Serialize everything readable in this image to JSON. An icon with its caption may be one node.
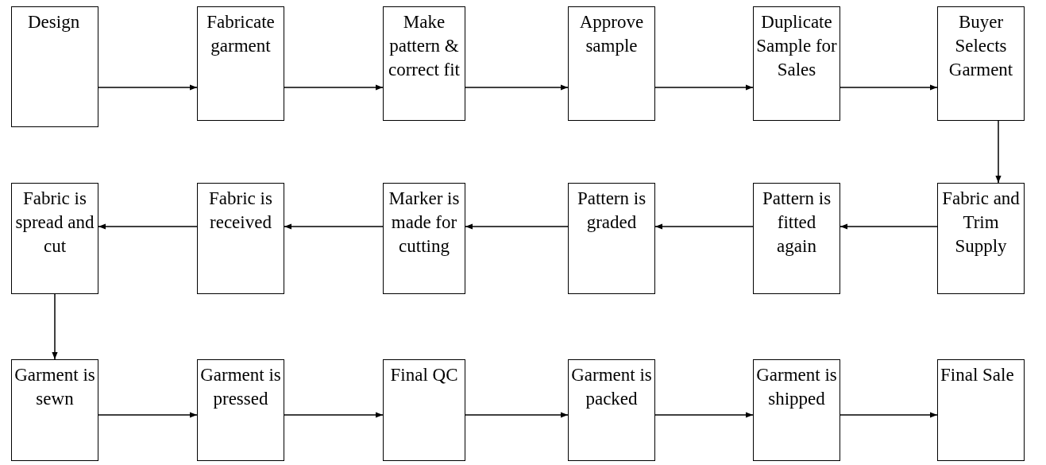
{
  "diagram": {
    "nodes": [
      {
        "text": [
          "Design"
        ]
      },
      {
        "text": [
          "Fabricate garment"
        ]
      },
      {
        "text": [
          "Make pattern & correct fit"
        ]
      },
      {
        "text": [
          "Approve sample"
        ]
      },
      {
        "text": [
          "Duplicate Sample for Sales"
        ]
      },
      {
        "text": [
          "Buyer Selects Garment"
        ]
      },
      {
        "text": [
          "Fabric is spread and cut"
        ]
      },
      {
        "text": [
          "Fabric is received"
        ]
      },
      {
        "text": [
          "Marker is made for cutting"
        ]
      },
      {
        "text": [
          "Pattern is graded"
        ]
      },
      {
        "text": [
          "Pattern is fitted again"
        ]
      },
      {
        "text": [
          "Fabric and Trim Supply"
        ]
      },
      {
        "text": [
          "Garment is sewn"
        ]
      },
      {
        "text": [
          "Garment is pressed"
        ]
      },
      {
        "text": [
          "Final QC"
        ]
      },
      {
        "text": [
          "Garment is packed"
        ]
      },
      {
        "text": [
          "Garment is shipped"
        ]
      },
      {
        "text": [
          "Final Sale"
        ]
      }
    ],
    "edges": [
      {
        "from": 0,
        "to": 1,
        "arrow": "to"
      },
      {
        "from": 1,
        "to": 2,
        "arrow": "to"
      },
      {
        "from": 2,
        "to": 3,
        "arrow": "to"
      },
      {
        "from": 3,
        "to": 4,
        "arrow": "to"
      },
      {
        "from": 4,
        "to": 5,
        "arrow": "to"
      },
      {
        "from": 5,
        "to": 11,
        "arrow": "to"
      },
      {
        "from": 11,
        "to": 10,
        "arrow": "to"
      },
      {
        "from": 10,
        "to": 9,
        "arrow": "to"
      },
      {
        "from": 9,
        "to": 8,
        "arrow": "to"
      },
      {
        "from": 8,
        "to": 7,
        "arrow": "to"
      },
      {
        "from": 7,
        "to": 6,
        "arrow": "to"
      },
      {
        "from": 6,
        "to": 12,
        "arrow": "to"
      },
      {
        "from": 12,
        "to": 13,
        "arrow": "to"
      },
      {
        "from": 13,
        "to": 14,
        "arrow": "to"
      },
      {
        "from": 14,
        "to": 15,
        "arrow": "to"
      },
      {
        "from": 15,
        "to": 16,
        "arrow": "to"
      },
      {
        "from": 16,
        "to": 17,
        "arrow": "to"
      }
    ]
  }
}
